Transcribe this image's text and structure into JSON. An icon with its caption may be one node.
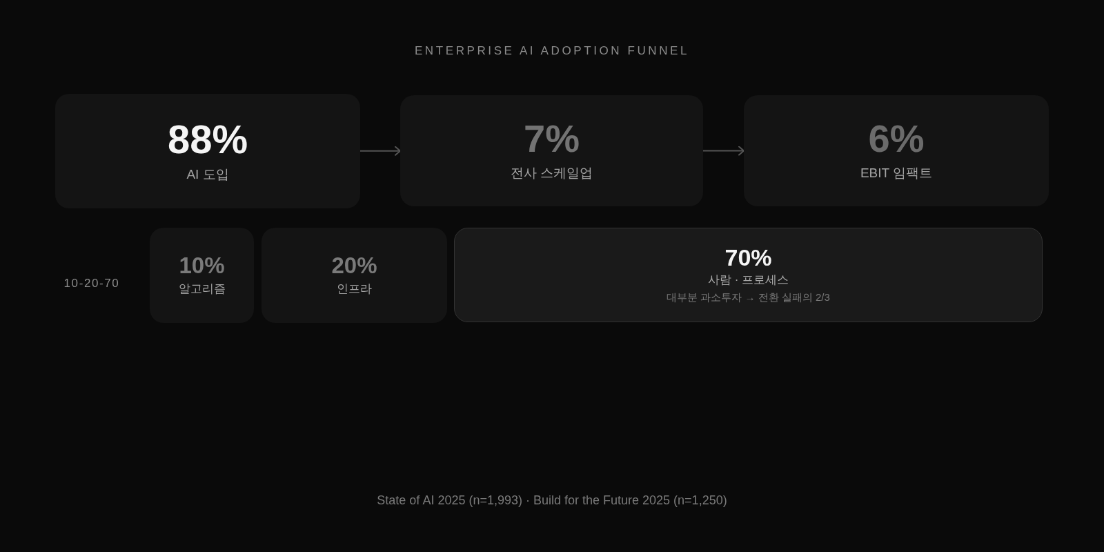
{
  "diagram": {
    "title": "ENTERPRISE AI ADOPTION FUNNEL",
    "nodes": [
      {
        "text": [
          "88%",
          "AI 도입"
        ]
      },
      {
        "text": [
          "7%",
          "전사 스케일업"
        ]
      },
      {
        "text": [
          "6%",
          "EBIT 임팩트"
        ]
      },
      {
        "text": [
          "10%",
          "알고리즘"
        ]
      },
      {
        "text": [
          "20%",
          "인프라"
        ]
      },
      {
        "text": [
          "70%",
          "사람 · 프로세스",
          "대부분 과소투자 → 전환 실패의 2/3"
        ]
      }
    ],
    "edges": [
      {
        "from": 0,
        "to": 1,
        "arrow": "to"
      },
      {
        "from": 1,
        "to": 2,
        "arrow": "to"
      }
    ],
    "labels": [
      "10-20-70"
    ],
    "caption": "State of AI 2025 (n=1,993) · Build for the Future 2025 (n=1,250)"
  }
}
